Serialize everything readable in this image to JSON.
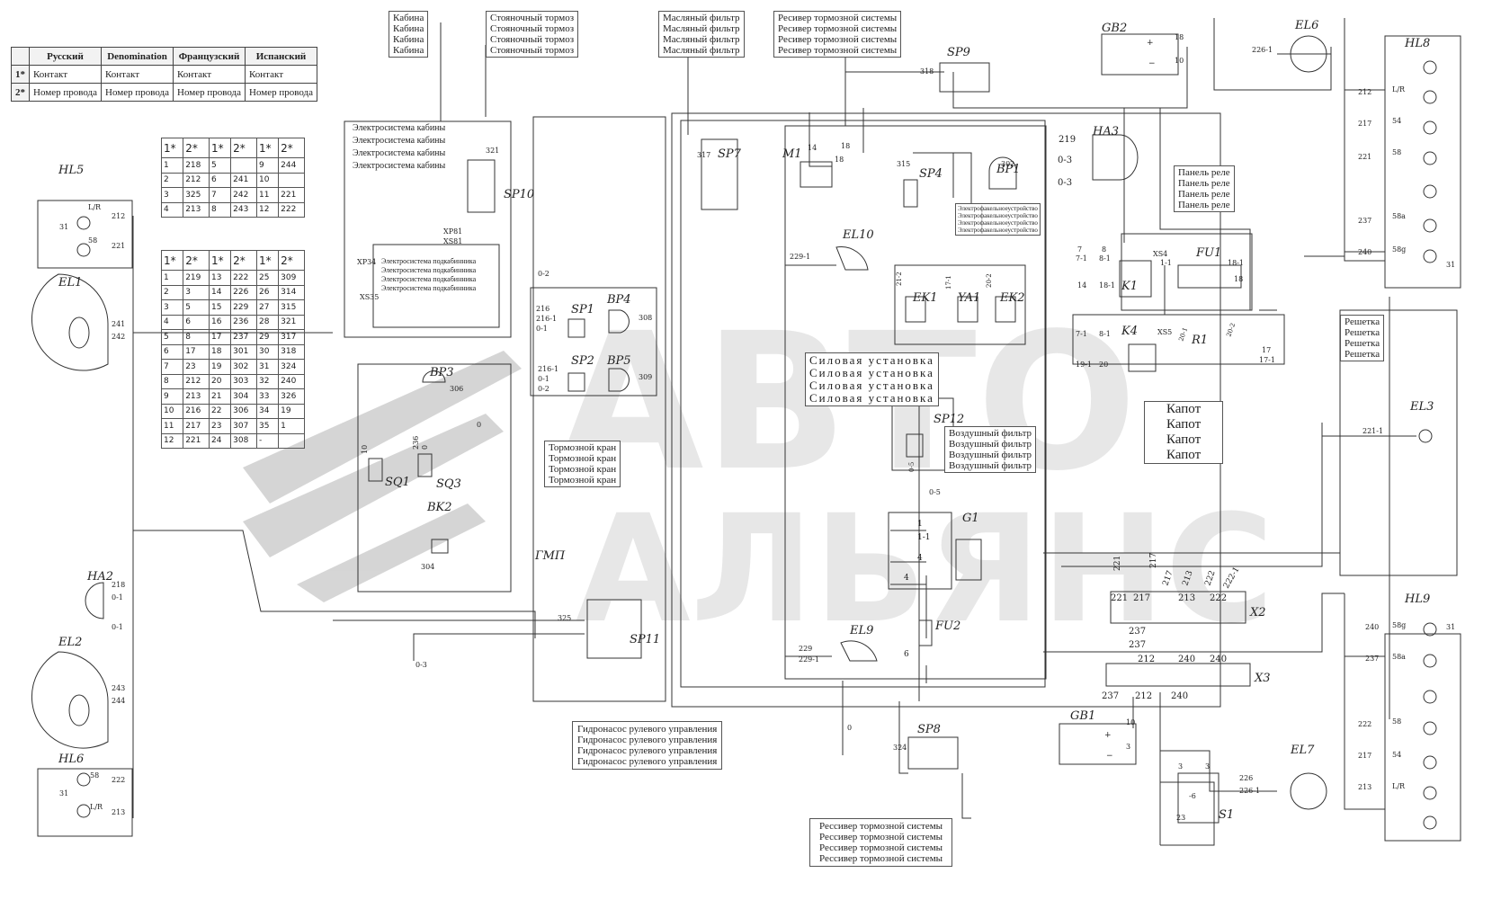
{
  "legend": {
    "headers": [
      "",
      "Русский",
      "Denomination",
      "Французский",
      "Испанский"
    ],
    "rows": [
      [
        "1*",
        "Контакт",
        "Контакт",
        "Контакт",
        "Контакт"
      ],
      [
        "2*",
        "Номер провода",
        "Номер провода",
        "Номер провода",
        "Номер провода"
      ]
    ]
  },
  "pin_table_small": {
    "headers": [
      "1*",
      "2*",
      "1*",
      "2*",
      "1*",
      "2*"
    ],
    "rows": [
      [
        "1",
        "218",
        "5",
        "",
        "9",
        "244"
      ],
      [
        "2",
        "212",
        "6",
        "241",
        "10",
        ""
      ],
      [
        "3",
        "325",
        "7",
        "242",
        "11",
        "221"
      ],
      [
        "4",
        "213",
        "8",
        "243",
        "12",
        "222"
      ]
    ]
  },
  "pin_table_large": {
    "headers": [
      "1*",
      "2*",
      "1*",
      "2*",
      "1*",
      "2*"
    ],
    "rows": [
      [
        "1",
        "219",
        "13",
        "222",
        "25",
        "309"
      ],
      [
        "2",
        "3",
        "14",
        "226",
        "26",
        "314"
      ],
      [
        "3",
        "5",
        "15",
        "229",
        "27",
        "315"
      ],
      [
        "4",
        "6",
        "16",
        "236",
        "28",
        "321"
      ],
      [
        "5",
        "8",
        "17",
        "237",
        "29",
        "317"
      ],
      [
        "6",
        "17",
        "18",
        "301",
        "30",
        "318"
      ],
      [
        "7",
        "23",
        "19",
        "302",
        "31",
        "324"
      ],
      [
        "8",
        "212",
        "20",
        "303",
        "32",
        "240"
      ],
      [
        "9",
        "213",
        "21",
        "304",
        "33",
        "326"
      ],
      [
        "10",
        "216",
        "22",
        "306",
        "34",
        "19"
      ],
      [
        "11",
        "217",
        "23",
        "307",
        "35",
        "1"
      ],
      [
        "12",
        "221",
        "24",
        "308",
        "-",
        ""
      ]
    ]
  },
  "notes": {
    "cab": [
      "Кабина",
      "Кабина",
      "Кабина",
      "Кабина"
    ],
    "parking_brake": [
      "Стояночный тормоз",
      "Стояночный тормоз",
      "Стояночный тормоз",
      "Стояночный тормоз"
    ],
    "oil_filter": [
      "Масляный фильтр",
      "Масляный фильтр",
      "Масляный фильтр",
      "Масляный фильтр"
    ],
    "brake_receiver_top": [
      "Ресивер тормозной системы",
      "Ресивер тормозной системы",
      "Ресивер тормозной системы",
      "Ресивер тормозной системы"
    ],
    "cab_electrics": [
      "Электросистема кабины",
      "Электросистема кабины",
      "Электросистема кабины",
      "Электросистема кабины"
    ],
    "under_cab_electrics": [
      "Электросистема подкабинника",
      "Электросистема подкабинника",
      "Электросистема подкабинника",
      "Электросистема подкабинника"
    ],
    "electric_torch": [
      "Электрофакельноеустройство",
      "Электрофакельноеустройство",
      "Электрофакельноеустройство",
      "Электрофакельноеустройство"
    ],
    "relay_panel": [
      "Панель реле",
      "Панель реле",
      "Панель реле",
      "Панель реле"
    ],
    "grille": [
      "Решетка",
      "Решетка",
      "Решетка",
      "Решетка"
    ],
    "power_unit": [
      "Силовая установка",
      "Силовая установка",
      "Силовая установка",
      "Силовая установка"
    ],
    "hood": [
      "Капот",
      "Капот",
      "Капот",
      "Капот"
    ],
    "air_filter": [
      "Воздушный фильтр",
      "Воздушный фильтр",
      "Воздушный фильтр",
      "Воздушный фильтр"
    ],
    "brake_valve": [
      "Тормозной кран",
      "Тормозной кран",
      "Тормозной кран",
      "Тормозной кран"
    ],
    "steering_pump": [
      "Гидронасос рулевого управления",
      "Гидронасос рулевого управления",
      "Гидронасос рулевого управления",
      "Гидронасос рулевого управления"
    ],
    "brake_receiver_bottom": [
      "Рессивер тормозной системы",
      "Рессивер тормозной системы",
      "Рессивер тормозной системы",
      "Рессивер тормозной системы"
    ]
  },
  "components": {
    "HL5": "HL5",
    "EL1": "EL1",
    "HA2": "HA2",
    "EL2": "EL2",
    "HL6": "HL6",
    "SP10": "SP10",
    "SP7": "SP7",
    "M1": "M1",
    "SP9": "SP9",
    "SP4": "SP4",
    "BP1": "BP1",
    "GB2": "GB2",
    "EL6": "EL6",
    "HL8": "HL8",
    "HA3": "HA3",
    "EL10": "EL10",
    "EK1": "EK1",
    "YA1": "YA1",
    "EK2": "EK2",
    "K1": "K1",
    "FU1": "FU1",
    "K4": "K4",
    "R1": "R1",
    "SP1": "SP1",
    "BP4": "BP4",
    "SP2": "SP2",
    "BP5": "BP5",
    "BP3": "BP3",
    "SQ1": "SQ1",
    "SQ3": "SQ3",
    "BK2": "BK2",
    "GMP": "ГМП",
    "SP11": "SP11",
    "SP12": "SP12",
    "G1": "G1",
    "FU2": "FU2",
    "EL9": "EL9",
    "SP8": "SP8",
    "EL3": "EL3",
    "X2": "X2",
    "X3": "X3",
    "HL9": "HL9",
    "GB1": "GB1",
    "EL7": "EL7",
    "S1": "S1",
    "XP81": "XP81",
    "XS81": "XS81",
    "XP34": "XP34",
    "XS35": "XS35",
    "XS4": "XS4",
    "XS5": "XS5"
  },
  "wire_labels": {
    "hl5": [
      "L/R",
      "58",
      "31",
      "212",
      "221"
    ],
    "el1": [
      "241",
      "242"
    ],
    "ha2": [
      "218",
      "0-1",
      "0-1"
    ],
    "el2": [
      "243",
      "244"
    ],
    "hl6": [
      "58",
      "L/R",
      "31",
      "222",
      "213"
    ],
    "sp10": "321",
    "sp7": "317",
    "m1": [
      "14",
      "18",
      "18"
    ],
    "sp9": "318",
    "sp4": "315",
    "bp1": "302",
    "gb2": [
      "+",
      "−",
      "18",
      "10"
    ],
    "el6": "226-1",
    "hl8": [
      "212",
      "L/R",
      "217",
      "54",
      "221",
      "58",
      "237",
      "58a",
      "240",
      "58g",
      "31"
    ],
    "ha3": [
      "219",
      "0-3",
      "0-3"
    ],
    "el10": "229-1",
    "ek": [
      "21-2",
      "17-1",
      "20-2"
    ],
    "k1": [
      "7",
      "8",
      "7-1",
      "8-1",
      "14",
      "18-1"
    ],
    "fu1": [
      "1-1",
      "18-1",
      "18"
    ],
    "k4": [
      "7-1",
      "8-1",
      "19-1",
      "20",
      "20-1",
      "20-2",
      "17",
      "17-1"
    ],
    "sp1": [
      "0-2",
      "216",
      "216-1",
      "0-1",
      "308"
    ],
    "sp2": [
      "216-1",
      "0-1",
      "0-2",
      "309"
    ],
    "bp3": "306",
    "sq": [
      "10",
      "236",
      "0",
      "0"
    ],
    "bk2": "304",
    "sp11": "325",
    "ground_left": "0-3",
    "sp12": [
      "0-5",
      "0-5"
    ],
    "g1": [
      "1",
      "1-1",
      "4",
      "4",
      "6"
    ],
    "el9": [
      "229",
      "229-1"
    ],
    "ground_mid": "0",
    "sp8": "324",
    "el3": "221-1",
    "x2": [
      "221",
      "217",
      "217",
      "213",
      "222",
      "222-1",
      "221",
      "217",
      "213",
      "222"
    ],
    "x3": [
      "237",
      "237",
      "212",
      "240",
      "240",
      "237",
      "212",
      "240"
    ],
    "hl9": [
      "240",
      "58g",
      "31",
      "237",
      "58a",
      "222",
      "58",
      "217",
      "54",
      "213",
      "L/R"
    ],
    "gb1": [
      "+",
      "−",
      "10",
      "3"
    ],
    "s1": [
      "3",
      "3",
      "-6",
      "23"
    ],
    "el7": [
      "226",
      "226-1"
    ]
  },
  "watermark": {
    "line1": "АВТО",
    "line2": "АЛЬЯНС"
  }
}
